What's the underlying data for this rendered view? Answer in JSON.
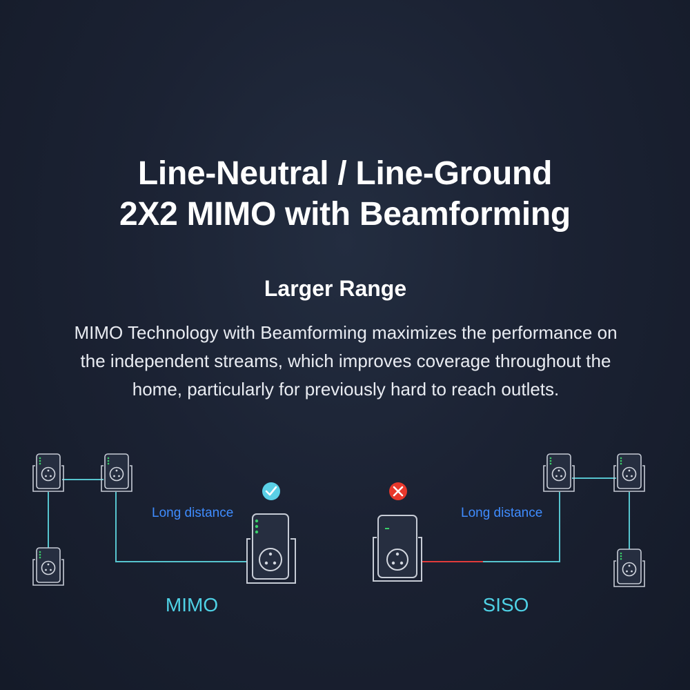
{
  "headline": {
    "line1": "Line-Neutral / Line-Ground",
    "line2": "2X2 MIMO with Beamforming"
  },
  "subheading": "Larger Range",
  "description": {
    "line1": "MIMO Technology with Beamforming maximizes the performance on",
    "line2": "the independent streams, which improves coverage throughout the",
    "line3": "home, particularly for previously hard to reach outlets."
  },
  "diagram": {
    "mimo": {
      "label": "MIMO",
      "distance_label": "Long distance",
      "status_icon": "check-icon"
    },
    "siso": {
      "label": "SISO",
      "distance_label": "Long distance",
      "status_icon": "cross-icon"
    }
  },
  "colors": {
    "background": "#1b2233",
    "line": "#57c5cf",
    "siso_link": "#e23b3b",
    "check": "#5ad0e6",
    "cross": "#e8382c",
    "distance_text": "#3f8cff",
    "mode_text": "#4fd2e6"
  }
}
